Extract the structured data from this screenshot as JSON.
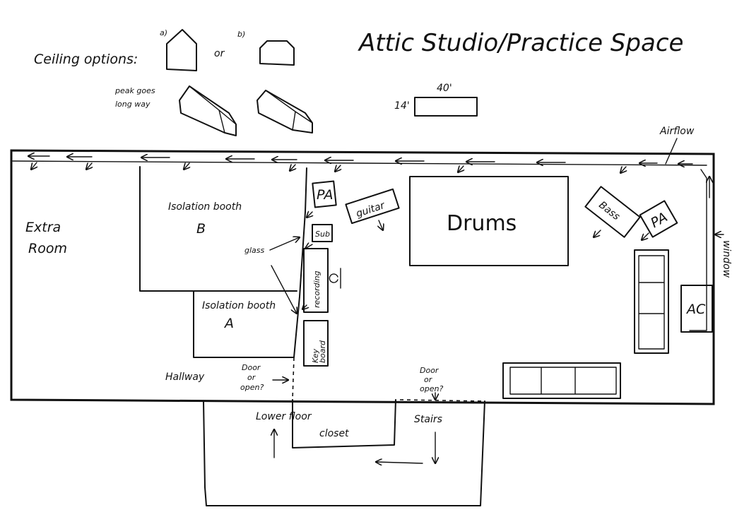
{
  "title": "Attic Studio/Practice Space",
  "ceiling": {
    "label": "Ceiling options:",
    "option_a": "a)",
    "option_b": "b)",
    "or": "or",
    "peak_note_line1": "peak goes",
    "peak_note_line2": "long way"
  },
  "dimensions": {
    "length": "40'",
    "width": "14'"
  },
  "airflow": "Airflow",
  "rooms": {
    "extra_room_line1": "Extra",
    "extra_room_line2": "Room",
    "booth_b_label": "Isolation booth",
    "booth_b_letter": "B",
    "booth_a_label": "Isolation booth",
    "booth_a_letter": "A",
    "hallway": "Hallway",
    "closet": "closet",
    "stairs": "Stairs",
    "lower_floor": "Lower floor"
  },
  "equipment": {
    "pa_left": "PA",
    "pa_right": "PA",
    "guitar": "guitar",
    "drums": "Drums",
    "bass": "Bass",
    "sub": "Sub",
    "recording": "recording",
    "keyboard_line1": "Key",
    "keyboard_line2": "board",
    "ac": "AC"
  },
  "notes": {
    "glass": "glass",
    "door_left_line1": "Door",
    "door_left_line2": "or",
    "door_left_line3": "open?",
    "door_right_line1": "Door",
    "door_right_line2": "or",
    "door_right_line3": "open?",
    "window": "window"
  }
}
